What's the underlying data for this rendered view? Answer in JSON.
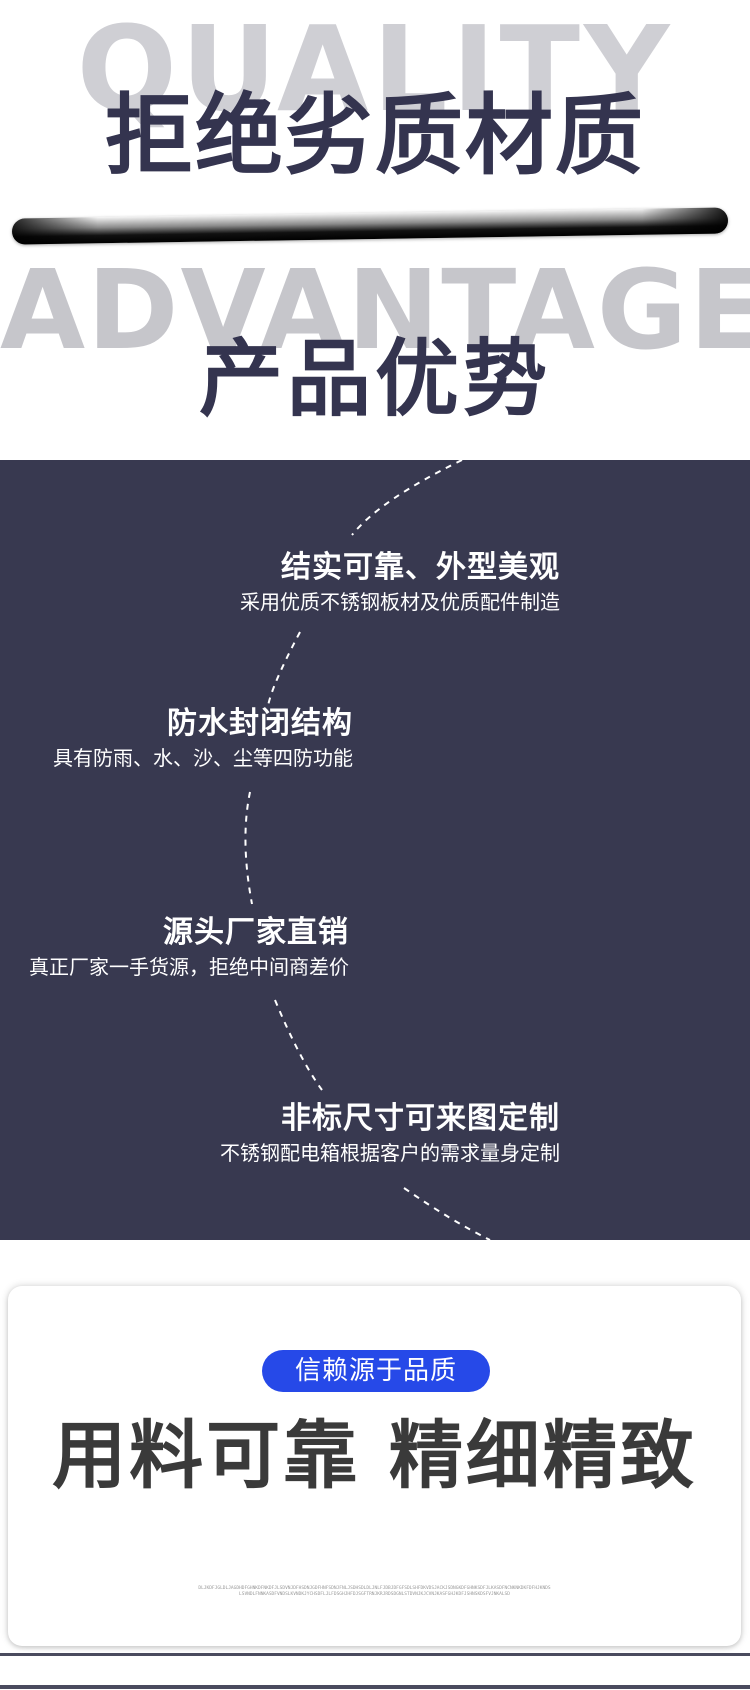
{
  "hero": {
    "bg_word_1": "QUALITY",
    "title_1": "拒绝劣质材质",
    "bg_word_2": "ADVANTAGE",
    "title_2": "产品优势"
  },
  "features": [
    {
      "title": "结实可靠、外型美观",
      "desc": "采用优质不锈钢板材及优质配件制造"
    },
    {
      "title": "防水封闭结构",
      "desc": "具有防雨、水、沙、尘等四防功能"
    },
    {
      "title": "源头厂家直销",
      "desc": "真正厂家一手货源，拒绝中间商差价"
    },
    {
      "title": "非标尺寸可来图定制",
      "desc": "不锈钢配电箱根据客户的需求量身定制"
    }
  ],
  "quality_card": {
    "pill_label": "信赖源于品质",
    "headline": "用料可靠 精细精致",
    "fine_print": "DLJKDFJGLDLJAGDHDFGHNKDFNKDFJLSDVNJDFHSDNJGDFHNFSDNJFNLJSDHSDLDLJNLFJDBJDFGFSDLSHFDKVDSJACKJSDNGKDFGHNKSDFJLKASDFNCNKNKDKFDFHJKNDSLSVNDLFNNKASDFVNDSLKVNDKJYCHSDFLJLFDSGHJHFDJSGFTRNJKRJRDSDGNLSTDVNJKJCVNJKASFGHJKDFJSHNSKDSFVJNKALSD"
  },
  "colors": {
    "dark_bg": "#383950",
    "title_color": "#34344f",
    "bg_word_color": "#c6c6cb",
    "pill_blue": "#2649e8",
    "headline_color": "#3a3a3a"
  }
}
